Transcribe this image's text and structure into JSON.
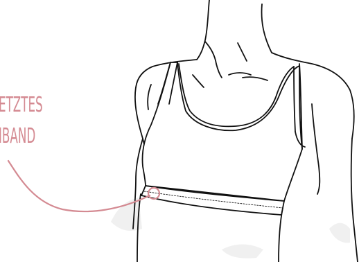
{
  "annotation": {
    "label_lines": [
      "ETZTES",
      "IBAND"
    ],
    "accent_color": "#d48a92",
    "target": "underband"
  },
  "illustration": {
    "subject": "bra-top-on-torso",
    "line_color": "#111111",
    "fill_color": "#ffffff"
  }
}
